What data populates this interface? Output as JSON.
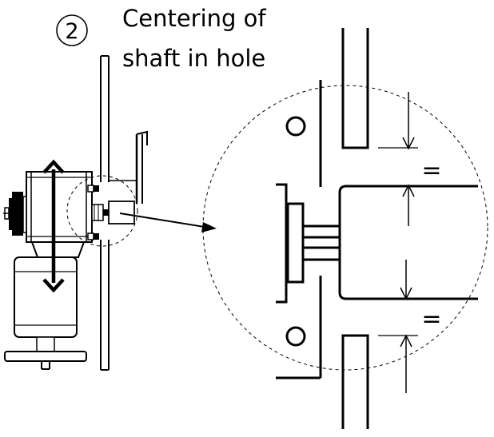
{
  "step": {
    "number": "2"
  },
  "caption": {
    "line1": "Centering of",
    "line2": "shaft in hole"
  },
  "detail": {
    "upper_gap_label": "=",
    "lower_gap_label": "="
  }
}
